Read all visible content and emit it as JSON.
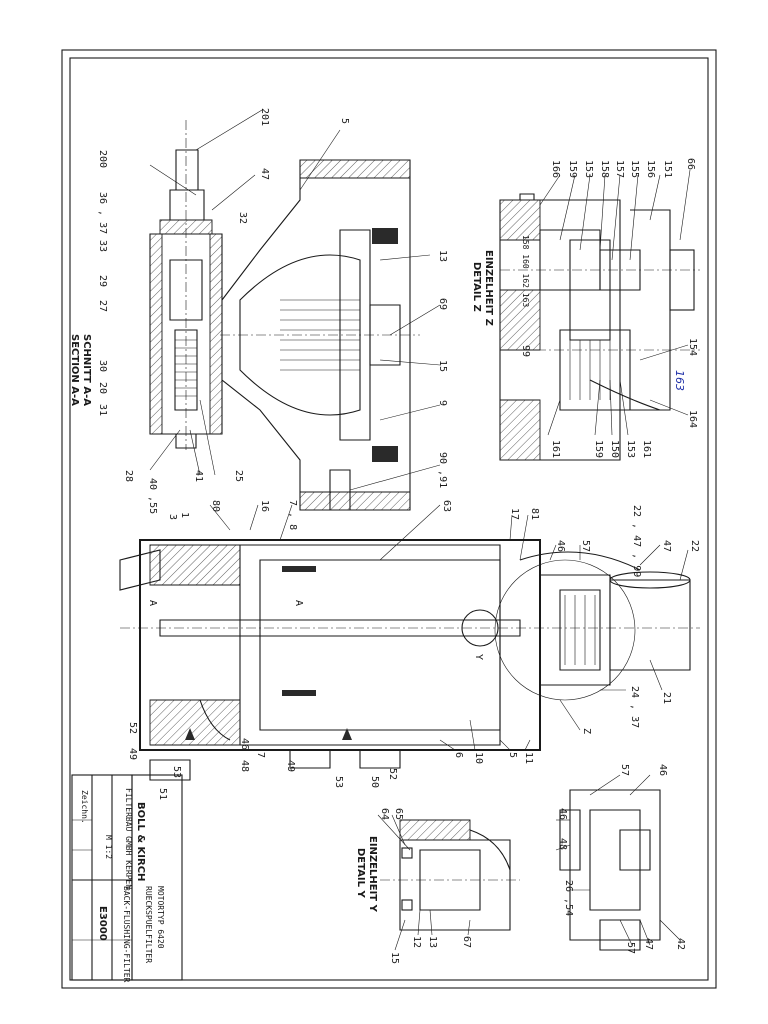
{
  "section_aa": {
    "title_de": "SCHNITT A-A",
    "title_en": "SECTION A-A",
    "callouts": [
      "201",
      "200",
      "47",
      "36 , 37",
      "32",
      "33",
      "29",
      "27",
      "30",
      "20",
      "31",
      "28",
      "40 ,55",
      "41",
      "25",
      "5",
      "13",
      "69",
      "15",
      "9",
      "90 ,91"
    ]
  },
  "detail_z": {
    "title_de": "EINZELHEIT Z",
    "title_en": "DETAIL Z",
    "callouts": [
      "166",
      "159",
      "153",
      "158",
      "157",
      "155",
      "156",
      "151",
      "66",
      "158 160 162 163",
      "99",
      "154",
      "164",
      "161",
      "159",
      "150",
      "153",
      "161"
    ],
    "handwritten": "163"
  },
  "main_view": {
    "callouts": [
      "80",
      "16",
      "7 , 8",
      "63",
      "17",
      "81",
      "46",
      "57",
      "22 , 47 , 99",
      "47",
      "22",
      "1",
      "3",
      "A",
      "A",
      "Y",
      "21",
      "24 , 37",
      "Z",
      "52",
      "49",
      "53",
      "51",
      "46",
      "48",
      "7",
      "49",
      "53",
      "50",
      "52",
      "6",
      "10",
      "5",
      "11"
    ]
  },
  "detail_y": {
    "title_de": "EINZELHEIT Y",
    "title_en": "DETAIL Y",
    "callouts": [
      "65",
      "64",
      "12",
      "13",
      "15",
      "67"
    ]
  },
  "detail_small": {
    "callouts": [
      "57",
      "46",
      "46",
      "48",
      "26 ,54",
      "57",
      "47",
      "42"
    ]
  },
  "title_block": {
    "company": "BOLL & KIRCH",
    "company_sub": "FILTERBAU GMBH KERPEN",
    "product": "MOTORTYP 6420",
    "name_de": "RUECKSPUELFILTER",
    "name_en": "BACK-FLUSHING-FILTER",
    "drawing_no": "E3000",
    "scale_note": "M 1:2",
    "sheet_label": "Zeichn."
  }
}
